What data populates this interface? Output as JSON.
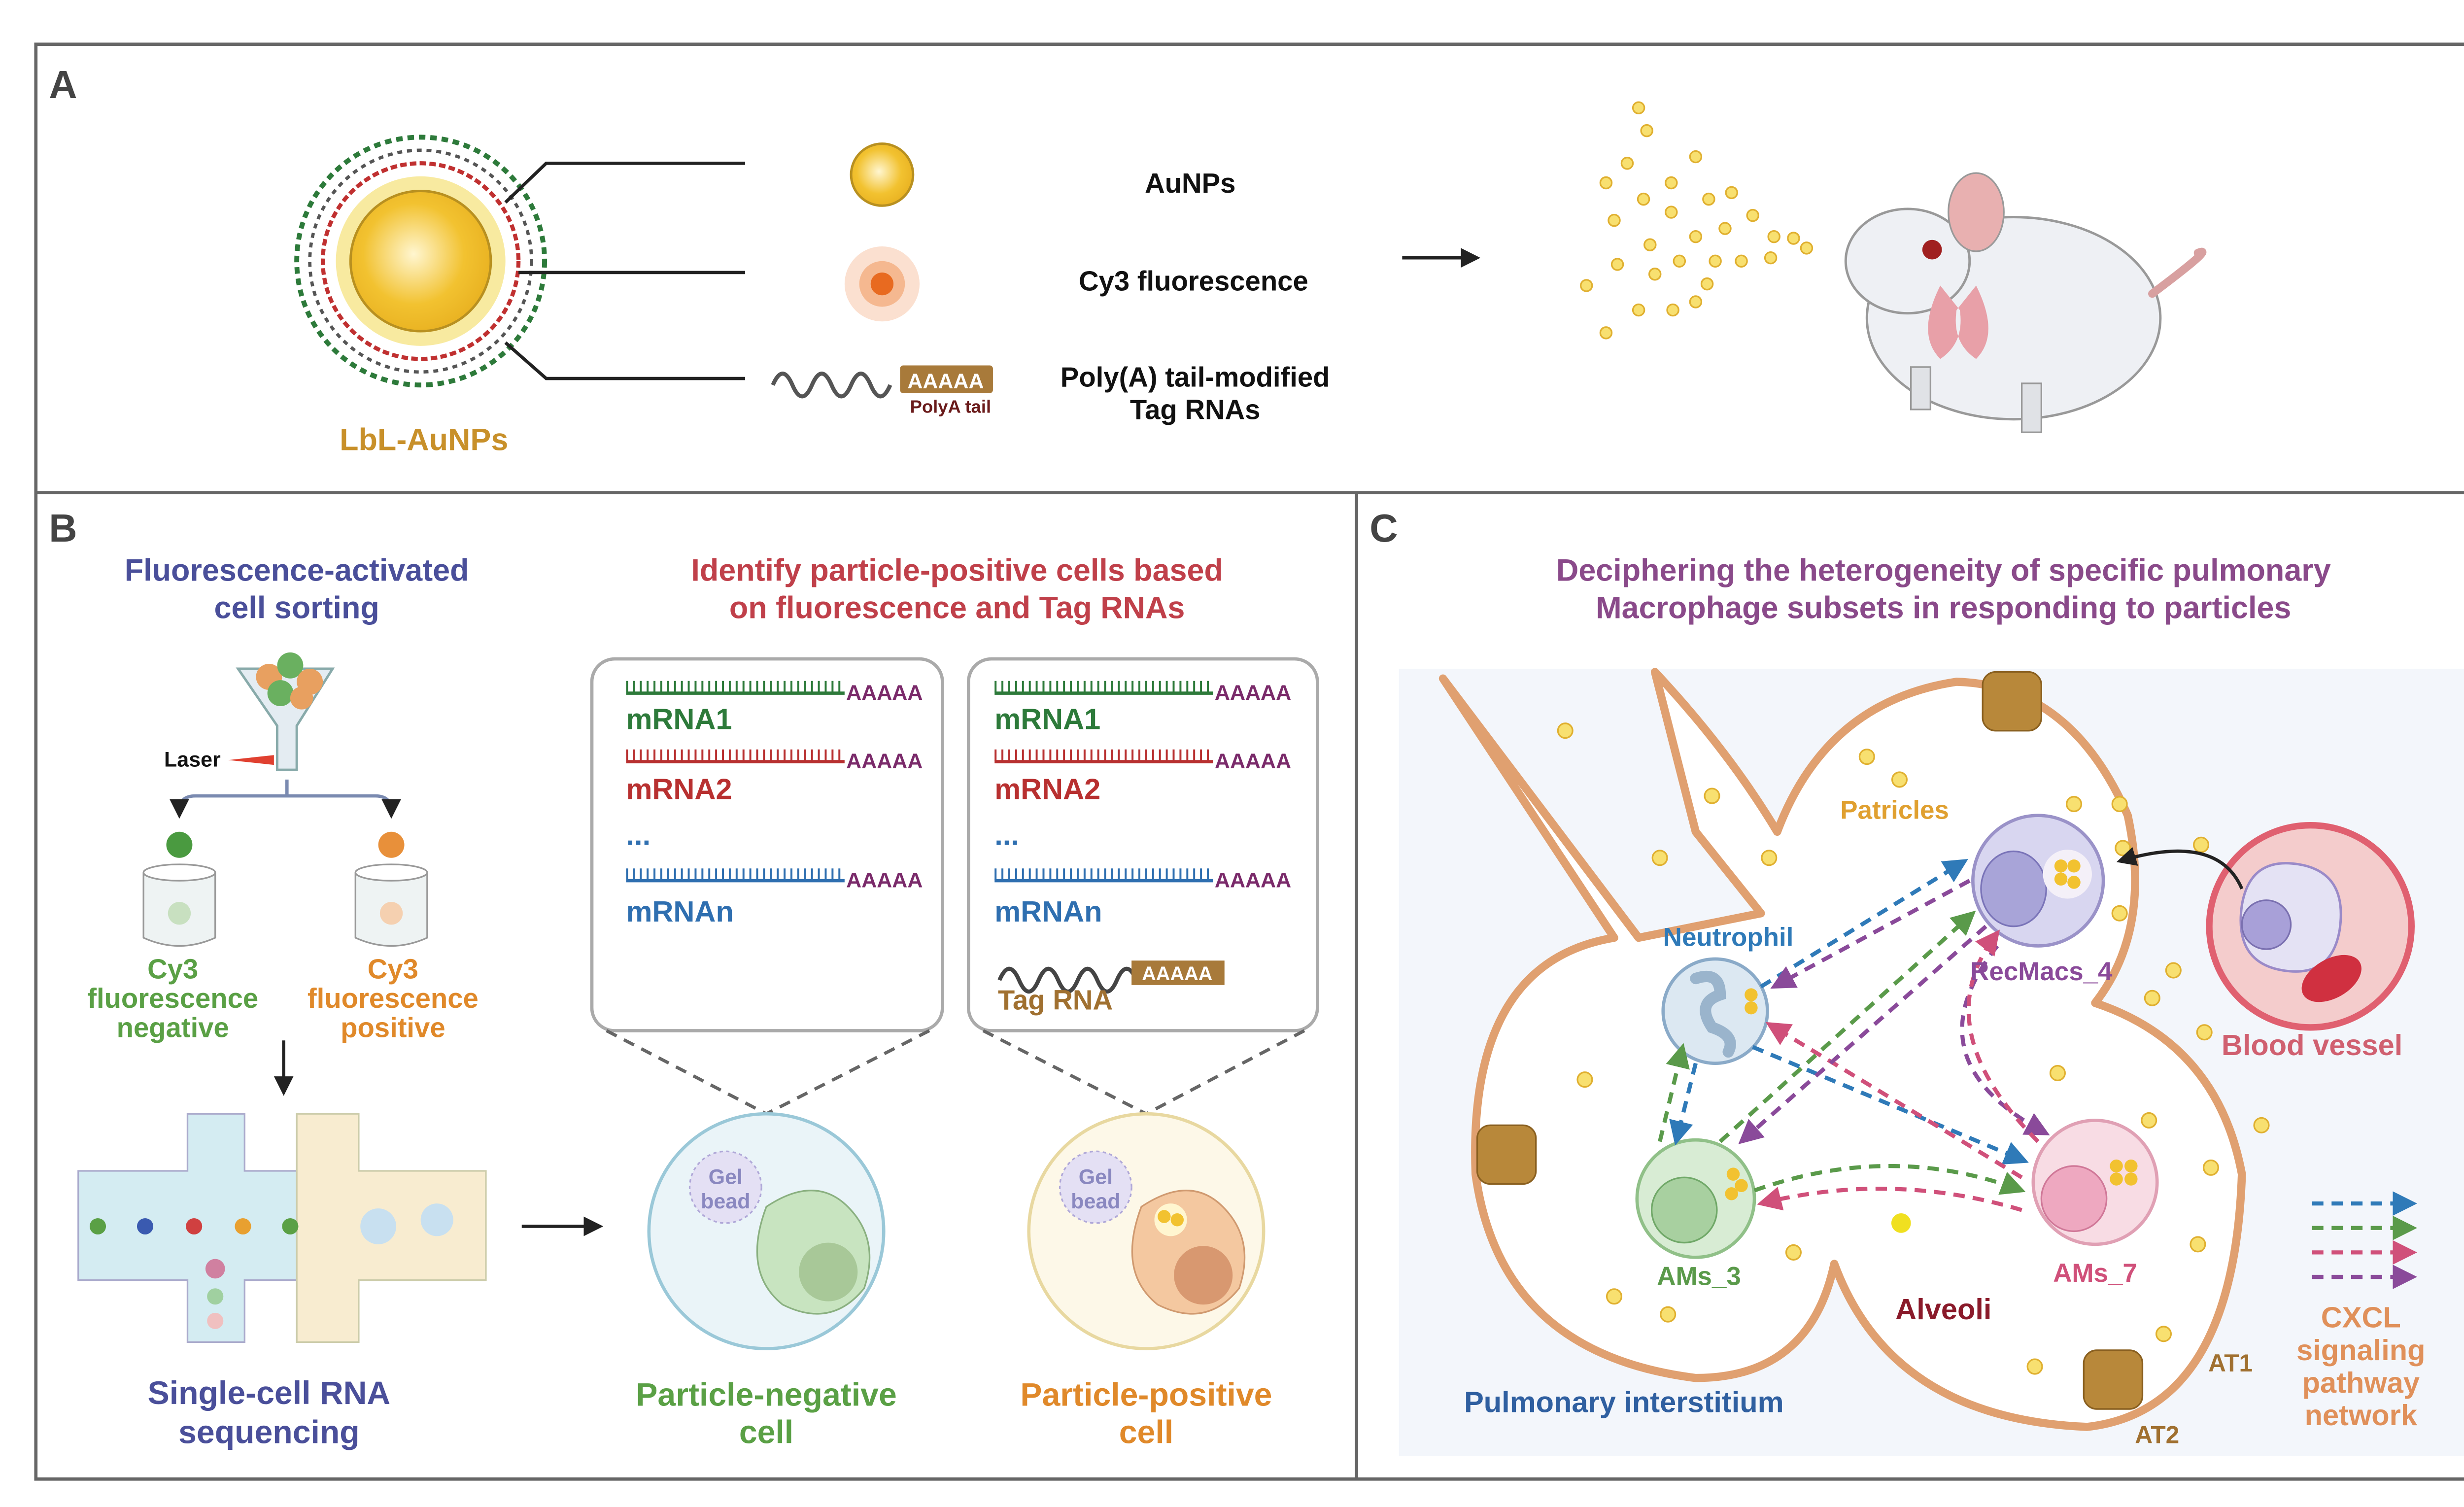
{
  "panel_a": {
    "letter": "A",
    "particle_label": "LbL-AuNPs",
    "legend": {
      "aunps": "AuNPs",
      "cy3": "Cy3 fluorescence",
      "tag_line1": "Poly(A) tail-modified",
      "tag_line2": "Tag RNAs",
      "polya_box": "AAAAA",
      "polya_caption": "PolyA tail"
    }
  },
  "panel_b": {
    "letter": "B",
    "facs_title": [
      "Fluorescence-activated",
      "cell sorting"
    ],
    "laser": "Laser",
    "negative": [
      "Cy3",
      "fluorescence",
      "negative"
    ],
    "positive": [
      "Cy3",
      "fluorescence",
      "positive"
    ],
    "scrna": [
      "Single-cell RNA",
      "sequencing"
    ],
    "identify_title": [
      "Identify particle-positive cells based",
      "on fluorescence and Tag RNAs"
    ],
    "polya": "AAAAA",
    "mrna_labels": [
      "mRNA1",
      "mRNA2",
      "...",
      "mRNAn"
    ],
    "tag_rna": "Tag RNA",
    "gel_bead": [
      "Gel",
      "bead"
    ],
    "particle_negative": [
      "Particle-negative",
      "cell"
    ],
    "particle_positive": [
      "Particle-positive",
      "cell"
    ]
  },
  "panel_c": {
    "letter": "C",
    "title": [
      "Deciphering the heterogeneity of specific pulmonary",
      "Macrophage subsets in responding to particles"
    ],
    "cells": {
      "neutrophil": "Neutrophil",
      "recmacs": "RecMacs_4",
      "ams3": "AMs_3",
      "ams7": "AMs_7"
    },
    "particles": "Patricles",
    "blood_vessel": "Blood vessel",
    "alveoli": "Alveoli",
    "interstitium": "Pulmonary interstitium",
    "at1": "AT1",
    "at2": "AT2",
    "legend": [
      "CXCL",
      "signaling",
      "pathway",
      "network"
    ]
  },
  "colors": {
    "gold": "#f2c230",
    "facs_title": "#4a4f9a",
    "identify_title": "#c0404a",
    "negative_green": "#5aa045",
    "positive_orange": "#e0892a",
    "mrna1": "#2d7a3a",
    "mrna2": "#b83030",
    "mrnan": "#2f6fb0",
    "polya_purple": "#7a2a6a",
    "neutrophil_blue": "#2f7ab8",
    "ams3_green": "#5a9a4a",
    "ams7_pink": "#d0507a",
    "recmacs_purple": "#8a4a9a",
    "c_title": "#8a4a8a",
    "blood_vessel": "#d06070",
    "alveoli": "#8a1a2a",
    "interstitium": "#2f5fa0",
    "cxcl": "#e0905a"
  }
}
